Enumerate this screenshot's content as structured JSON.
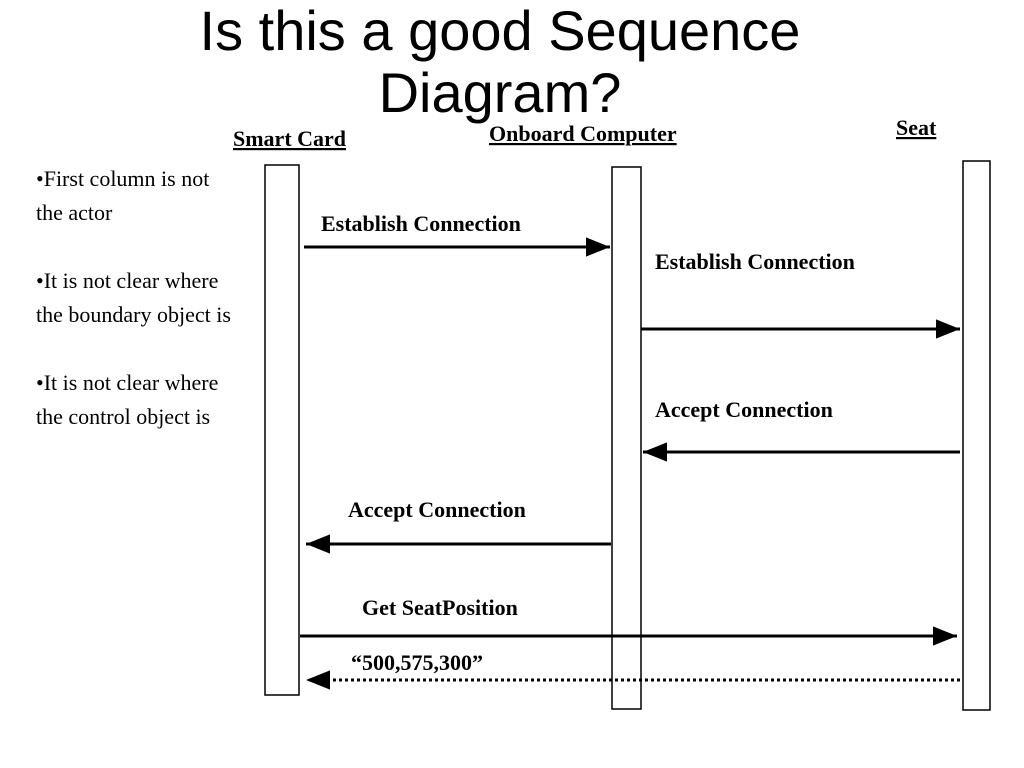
{
  "title_lines": [
    "Is this a good Sequence",
    "Diagram?"
  ],
  "notes": [
    "•First column is not the actor",
    "•It is not clear where the boundary object is",
    "•It is not clear where the control object is"
  ],
  "lifelines": {
    "smart_card": "Smart Card",
    "onboard_computer": "Onboard Computer",
    "seat": "Seat"
  },
  "messages": {
    "establish_1": "Establish  Connection",
    "establish_2": "Establish  Connection",
    "accept_1": "Accept Connection",
    "accept_2": "Accept Connection",
    "get_seat": "Get SeatPosition",
    "return_value": "“500,575,300”"
  }
}
